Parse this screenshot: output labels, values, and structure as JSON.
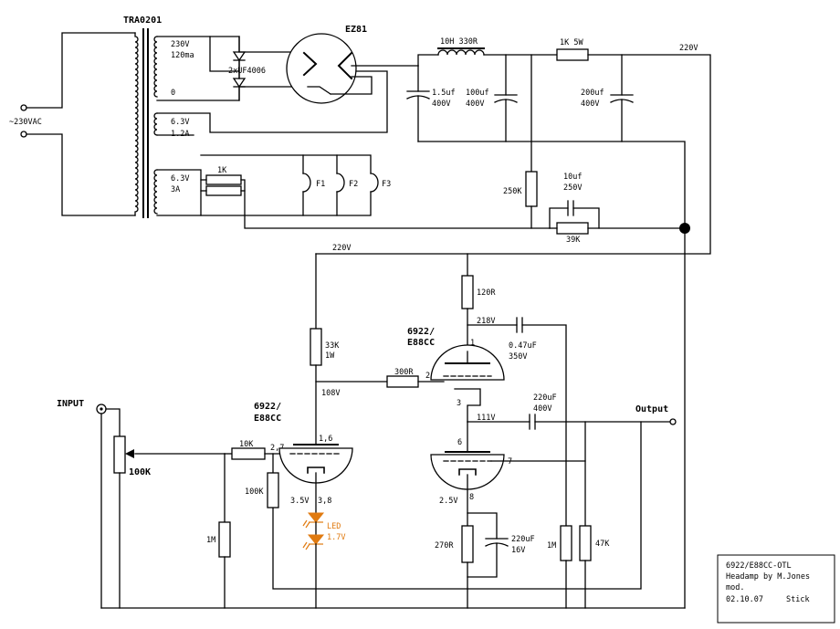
{
  "labels": {
    "transformer": "TRA0201",
    "rectifier_tube": "EZ81",
    "sec_hv_v": "230V",
    "sec_hv_i": "120ma",
    "sec_zero": "0",
    "sec_fil1_v": "6.3V",
    "sec_fil1_i": "1.2A",
    "sec_fil2_v": "6.3V",
    "sec_fil2_i": "3A",
    "mains": "~230VAC",
    "diodes": "2xUF4006",
    "choke": "10H 330R",
    "r_1k5w": "1K 5W",
    "rail_top": "220V",
    "c_1u5_a": "1.5uf",
    "c_1u5_b": "400V",
    "c_100u_a": "100uf",
    "c_100u_b": "400V",
    "c_200u_a": "200uf",
    "c_200u_b": "400V",
    "r_1k_fil": "1K",
    "f1": "F1",
    "f2": "F2",
    "f3": "F3",
    "r_250k": "250K",
    "c_10u_a": "10uf",
    "c_10u_b": "250V",
    "r_39k": "39K",
    "rail_mid": "220V",
    "r_120r": "120R",
    "v_218": "218V",
    "c_047_a": "0.47uF",
    "c_047_b": "350V",
    "tube_top_a": "6922/",
    "tube_top_b": "E88CC",
    "pin_1": "1",
    "pin_2": "2",
    "pin_3": "3",
    "pin_6": "6",
    "pin_7": "7",
    "pin_8": "8",
    "r_33k_a": "33K",
    "r_33k_b": "1W",
    "r_300r": "300R",
    "v_108": "108V",
    "c_220u_out_a": "220uF",
    "c_220u_out_b": "400V",
    "v_111": "111V",
    "output": "Output",
    "input": "INPUT",
    "pot_100k": "100K",
    "tube_left_a": "6922/",
    "tube_left_b": "E88CC",
    "pin_16": "1,6",
    "r_10k": "10K",
    "pin_27": "2,7",
    "r_100k": "100K",
    "v_35": "3.5V",
    "pin_38": "3,8",
    "led_a": "LED",
    "led_b": "1.7V",
    "r_1m_left": "1M",
    "v_25": "2.5V",
    "c_220u_cath_a": "220uF",
    "c_220u_cath_b": "16V",
    "r_270r": "270R",
    "r_1m_right": "1M",
    "r_47k": "47K"
  },
  "title_block": {
    "line1": "6922/E88CC-OTL",
    "line2": "Headamp by M.Jones",
    "line3": "mod.",
    "date": "02.10.07",
    "author": "Stick"
  }
}
